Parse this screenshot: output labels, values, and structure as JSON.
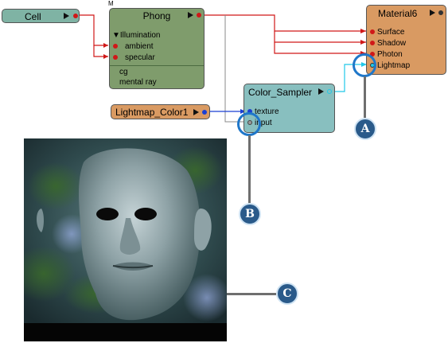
{
  "nodes": {
    "cell": {
      "title": "Cell"
    },
    "phong": {
      "title": "Phong",
      "marker": "M",
      "group": "Illumination",
      "inputs": [
        "ambient",
        "specular"
      ],
      "extra": [
        "cg",
        "mental ray"
      ]
    },
    "material": {
      "title": "Material6",
      "inputs": [
        "Surface",
        "Shadow",
        "Photon",
        "Lightmap"
      ]
    },
    "color_sampler": {
      "title": "Color_Sampler",
      "inputs": [
        "texture",
        "input"
      ]
    },
    "lightmap_color": {
      "title": "Lightmap_Color1"
    }
  },
  "callouts": {
    "a": "A",
    "b": "B",
    "c": "C"
  },
  "colors": {
    "cell_node": "#7fb3a4",
    "phong_node": "#7f9c6c",
    "material_node": "#d99a62",
    "sampler_node": "#88bfbf",
    "lightmap_node": "#d99a62",
    "wire_red": "#d01818",
    "wire_blue": "#1a3fd4",
    "wire_cyan": "#20c8e8",
    "wire_gray": "#8a8a8a",
    "callout_ring": "#1f77c9"
  },
  "render": {
    "subject": "shaded head render"
  }
}
